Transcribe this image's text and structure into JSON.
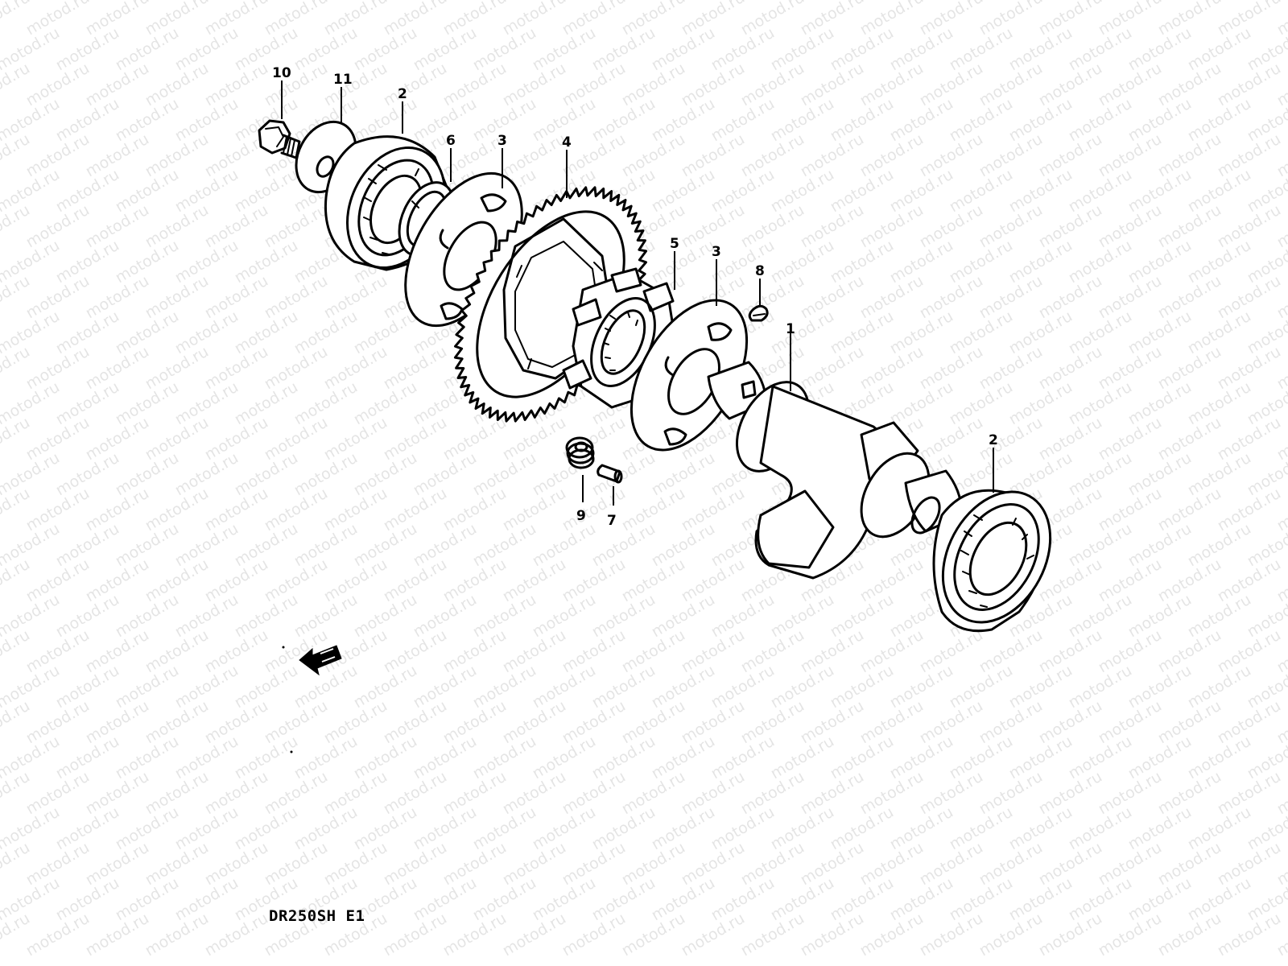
{
  "watermark": {
    "text": "motod.ru",
    "color": "#000000"
  },
  "model_code": "DR250SH E1",
  "direction_marker": {
    "icon": "arrow-left-icon"
  },
  "parts": [
    {
      "id": "part-10",
      "label": "10",
      "name": "bolt-icon"
    },
    {
      "id": "part-11",
      "label": "11",
      "name": "washer-icon"
    },
    {
      "id": "part-2a",
      "label": "2",
      "name": "bearing-icon"
    },
    {
      "id": "part-6",
      "label": "6",
      "name": "circlip-icon"
    },
    {
      "id": "part-3a",
      "label": "3",
      "name": "plate-icon"
    },
    {
      "id": "part-4",
      "label": "4",
      "name": "gear-icon"
    },
    {
      "id": "part-5",
      "label": "5",
      "name": "damper-hub-icon"
    },
    {
      "id": "part-3b",
      "label": "3",
      "name": "plate-icon"
    },
    {
      "id": "part-8",
      "label": "8",
      "name": "key-icon"
    },
    {
      "id": "part-1",
      "label": "1",
      "name": "balancer-shaft-icon"
    },
    {
      "id": "part-2b",
      "label": "2",
      "name": "bearing-icon"
    },
    {
      "id": "part-9",
      "label": "9",
      "name": "spring-icon"
    },
    {
      "id": "part-7",
      "label": "7",
      "name": "pin-icon"
    }
  ]
}
